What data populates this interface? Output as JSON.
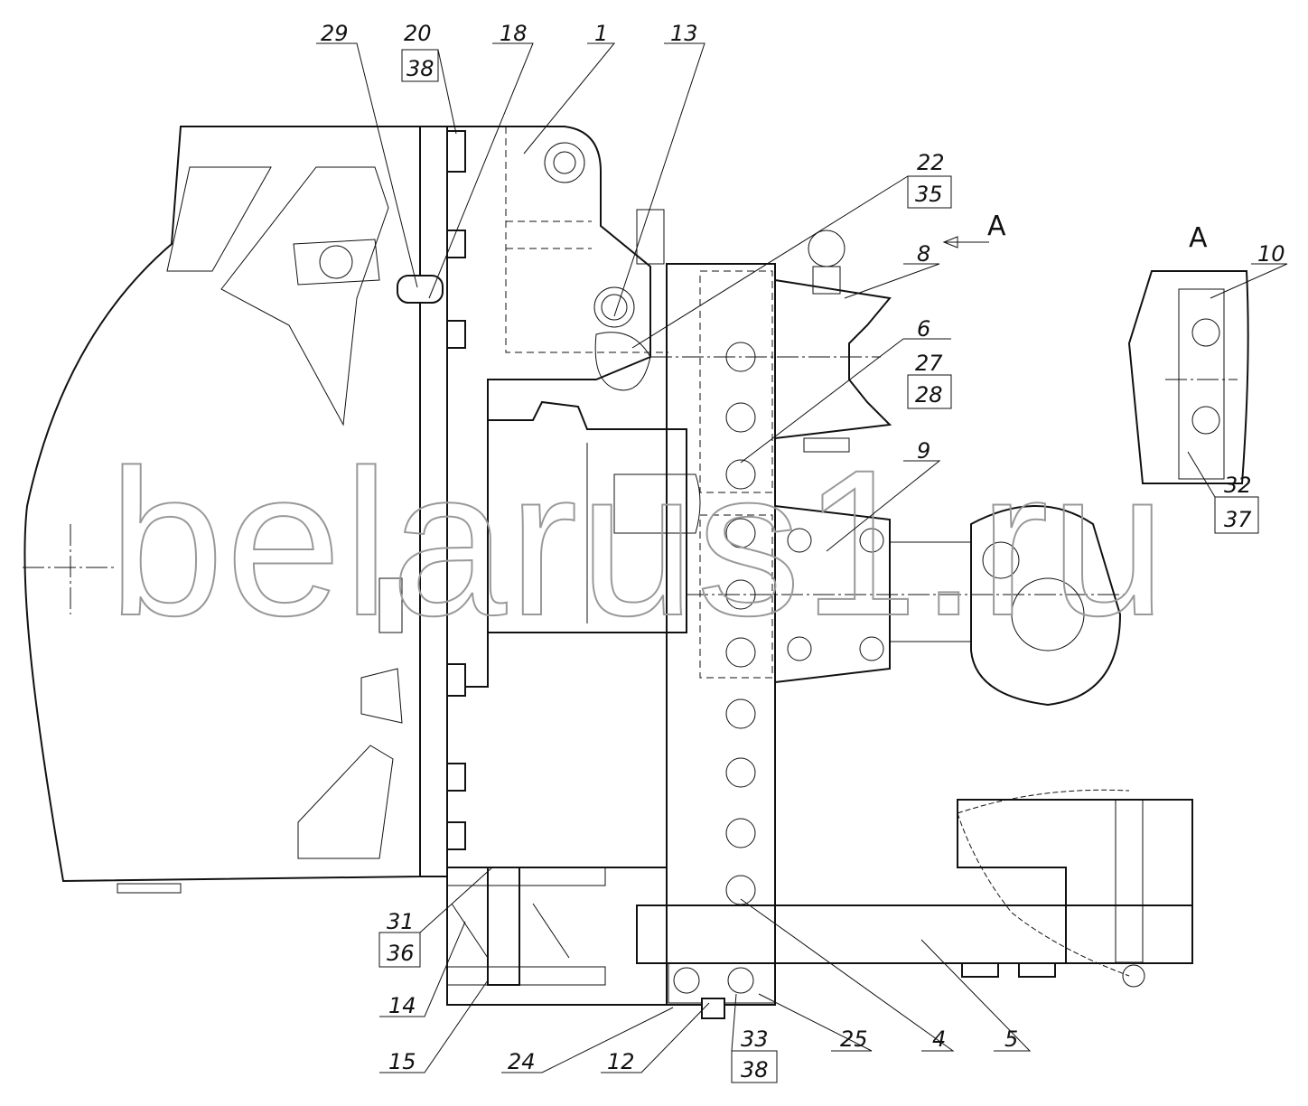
{
  "title": "Towing hitch assembly drawing",
  "watermark": "belarus1.ru",
  "view_label": "A",
  "arrow_label": "A",
  "callouts": {
    "c29": "29",
    "c20": "20",
    "c20b": "38",
    "c18": "18",
    "c1": "1",
    "c13": "13",
    "c22": "22",
    "c22b": "35",
    "c8": "8",
    "c6": "6",
    "c27": "27",
    "c27b": "28",
    "c9": "9",
    "c10": "10",
    "c32": "32",
    "c32b": "37",
    "c31": "31",
    "c31b": "36",
    "c14": "14",
    "c15": "15",
    "c24": "24",
    "c12": "12",
    "c33": "33",
    "c33b": "38",
    "c25": "25",
    "c4": "4",
    "c5": "5"
  }
}
